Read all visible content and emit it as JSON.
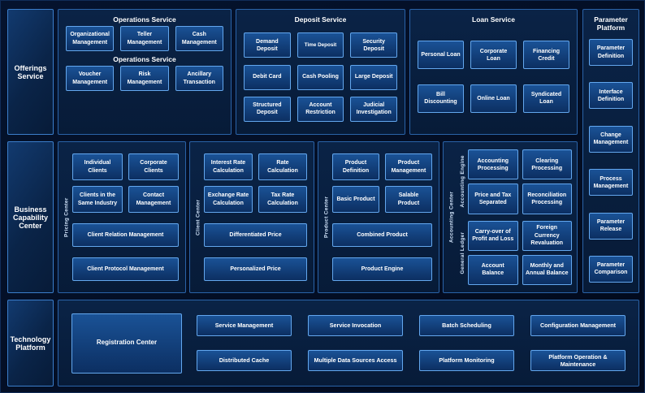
{
  "palette": {
    "page_bg": "#030e24",
    "panel_bg": "#0a2346",
    "panel_border": "#2a63a8",
    "item_bg": "#1a5296",
    "item_border": "#63a7ee",
    "text": "#ffffff"
  },
  "sidebar": {
    "offerings_service": "Offerings Service",
    "business_capability_center": "Business Capability Center",
    "technology_platform": "Technology Platform"
  },
  "operations_service": {
    "title": "Operations Service",
    "row1": [
      "Organizational Management",
      "Teller Management",
      "Cash Management"
    ],
    "sub_label": "Operations Service",
    "row2": [
      "Voucher Management",
      "Risk Management",
      "Ancillary Transaction"
    ]
  },
  "deposit_service": {
    "title": "Deposit Service",
    "items": [
      "Demand Deposit",
      "Time Deposit",
      "Security Deposit",
      "Debit Card",
      "Cash Pooling",
      "Large Deposit",
      "Structured Deposit",
      "Account Restriction",
      "Judicial Investigation"
    ]
  },
  "loan_service": {
    "title": "Loan Service",
    "items": [
      "Personal Loan",
      "Corporate Loan",
      "Financing Credit",
      "Bill Discounting",
      "Online Loan",
      "Syndicated Loan"
    ]
  },
  "parameter_platform": {
    "title": "Parameter Platform",
    "items": [
      "Parameter Definition",
      "Interface Definition",
      "Change Management",
      "Process Management",
      "Parameter Release",
      "Parameter Comparison"
    ]
  },
  "pricing_center": {
    "label": "Pricing Center",
    "grid": [
      "Individual Clients",
      "Corporate Clients",
      "Clients in the Same Industry",
      "Contact Management"
    ],
    "wide": [
      "Client Relation Management",
      "Client Protocol Management"
    ]
  },
  "client_center": {
    "label": "Client Center",
    "grid": [
      "Interest Rate Calculation",
      "Rate Calculation",
      "Exchange Rate Calculation",
      "Tax Rate Calculation"
    ],
    "wide": [
      "Differentiated Price",
      "Personalized Price"
    ]
  },
  "product_center": {
    "label": "Product Center",
    "grid": [
      "Product Definition",
      "Product Management",
      "Basic Product",
      "Salable Product"
    ],
    "wide": [
      "Combined Product",
      "Product Engine"
    ]
  },
  "accounting_center": {
    "label": "Accounting Center",
    "engine": {
      "label": "Accounting Engine",
      "items": [
        "Accounting Processing",
        "Clearing Processing",
        "Price and Tax Separated",
        "Reconciliation Processing"
      ]
    },
    "ledger": {
      "label": "General Ledger",
      "items": [
        "Carry-over of Profit and Loss",
        "Foreign Currency Revaluation",
        "Account Balance",
        "Monthly and Annual Balance"
      ]
    }
  },
  "technology_platform": {
    "registration": "Registration Center",
    "row1": [
      "Service Management",
      "Service Invocation",
      "Batch Scheduling",
      "Configuration Management"
    ],
    "row2": [
      "Distributed Cache",
      "Multiple Data Sources Access",
      "Platform Monitoring",
      "Platform Operation & Maintenance"
    ]
  }
}
